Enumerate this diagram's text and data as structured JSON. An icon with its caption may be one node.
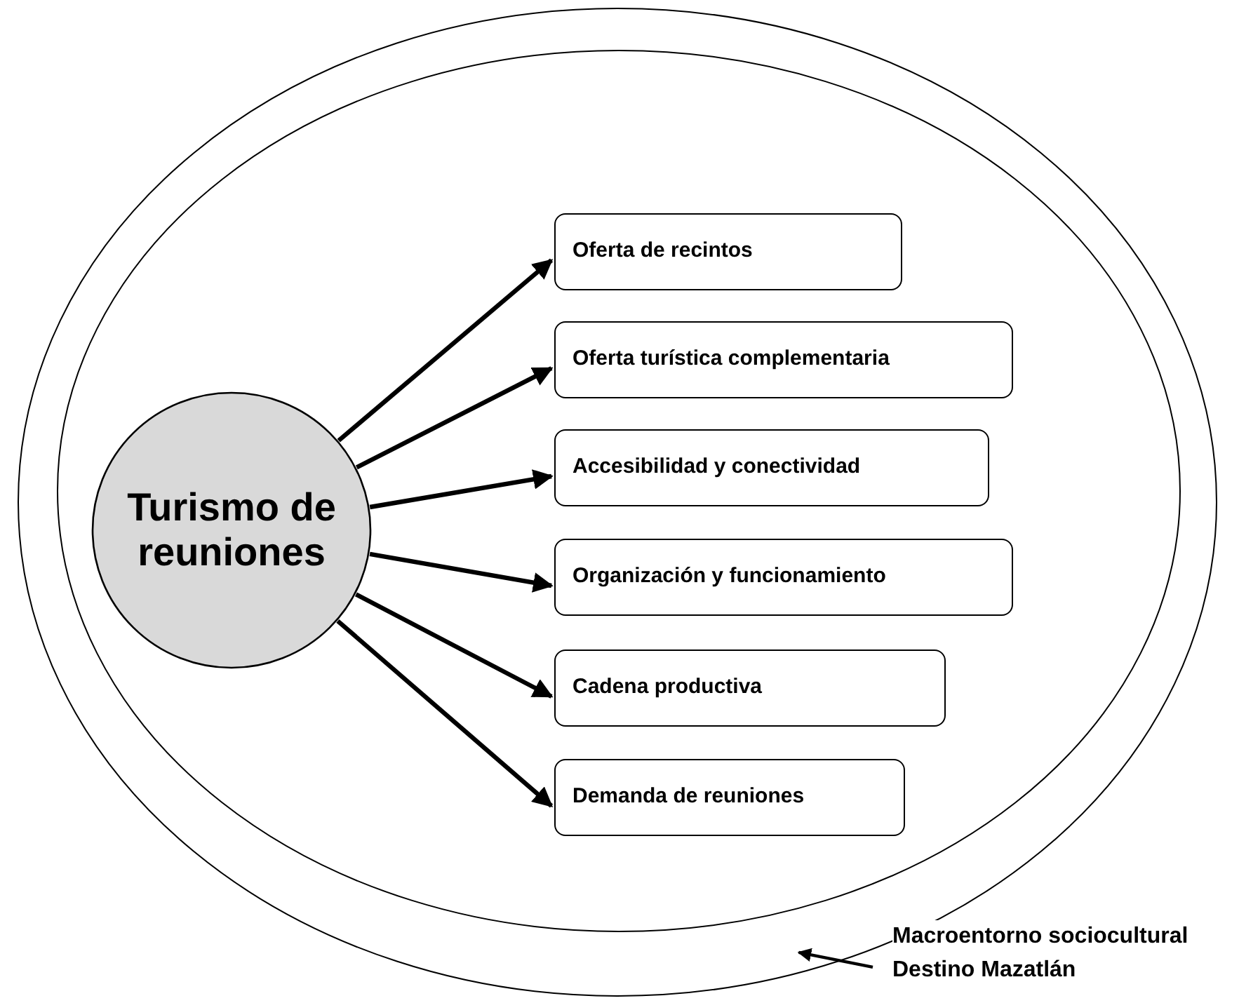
{
  "diagram": {
    "nodes": [
      {
        "text": [],
        "shape": "ellipse"
      },
      {
        "text": [],
        "shape": "ellipse",
        "in": 0
      },
      {
        "text": [
          "Turismo de reuniones"
        ],
        "in": 1
      },
      {
        "text": [
          "Oferta de recintos"
        ],
        "in": 1
      },
      {
        "text": [
          "Oferta turística complementaria"
        ],
        "in": 1
      },
      {
        "text": [
          "Accesibilidad y conectividad"
        ],
        "in": 1
      },
      {
        "text": [
          "Organización y funcionamiento"
        ],
        "in": 1
      },
      {
        "text": [
          "Cadena productiva"
        ],
        "in": 1
      },
      {
        "text": [
          "Demanda de reuniones"
        ],
        "in": 1
      },
      {
        "text": [
          "Macroentorno sociocultural Destino Mazatlán"
        ]
      }
    ],
    "edges": [
      {
        "from": 2,
        "to": 3,
        "arrow": "to"
      },
      {
        "from": 2,
        "to": 4,
        "arrow": "to"
      },
      {
        "from": 2,
        "to": 5,
        "arrow": "to"
      },
      {
        "from": 2,
        "to": 6,
        "arrow": "to"
      },
      {
        "from": 2,
        "to": 7,
        "arrow": "to"
      },
      {
        "from": 2,
        "to": 8,
        "arrow": "to"
      },
      {
        "from": 9,
        "to": 0,
        "arrow": "to"
      }
    ]
  }
}
